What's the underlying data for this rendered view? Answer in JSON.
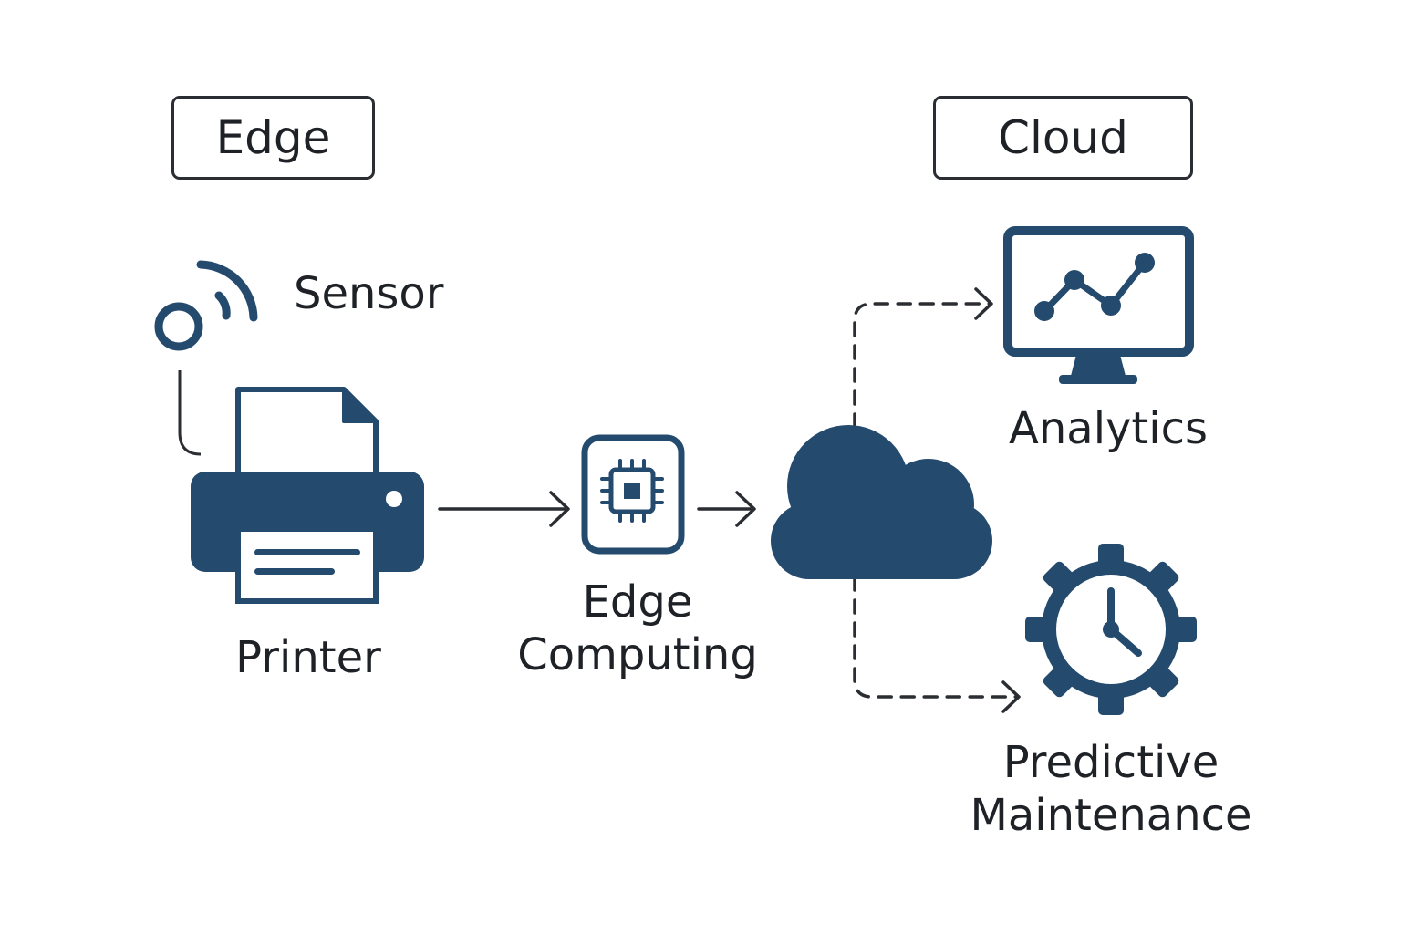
{
  "zones": {
    "edge": "Edge",
    "cloud": "Cloud"
  },
  "nodes": {
    "sensor": "Sensor",
    "printer": "Printer",
    "edge_computing_line1": "Edge",
    "edge_computing_line2": "Computing",
    "analytics": "Analytics",
    "predictive_line1": "Predictive",
    "predictive_line2": "Maintenance"
  },
  "icons": {
    "sensor": "wireless-sensor-icon",
    "printer": "printer-icon",
    "edge_computing": "chip-icon",
    "cloud": "cloud-icon",
    "analytics": "monitor-chart-icon",
    "predictive_maintenance": "gear-clock-icon"
  },
  "colors": {
    "icon": "#244a6e",
    "text": "#1e2227",
    "line": "#2a2d31",
    "background": "#ffffff"
  }
}
